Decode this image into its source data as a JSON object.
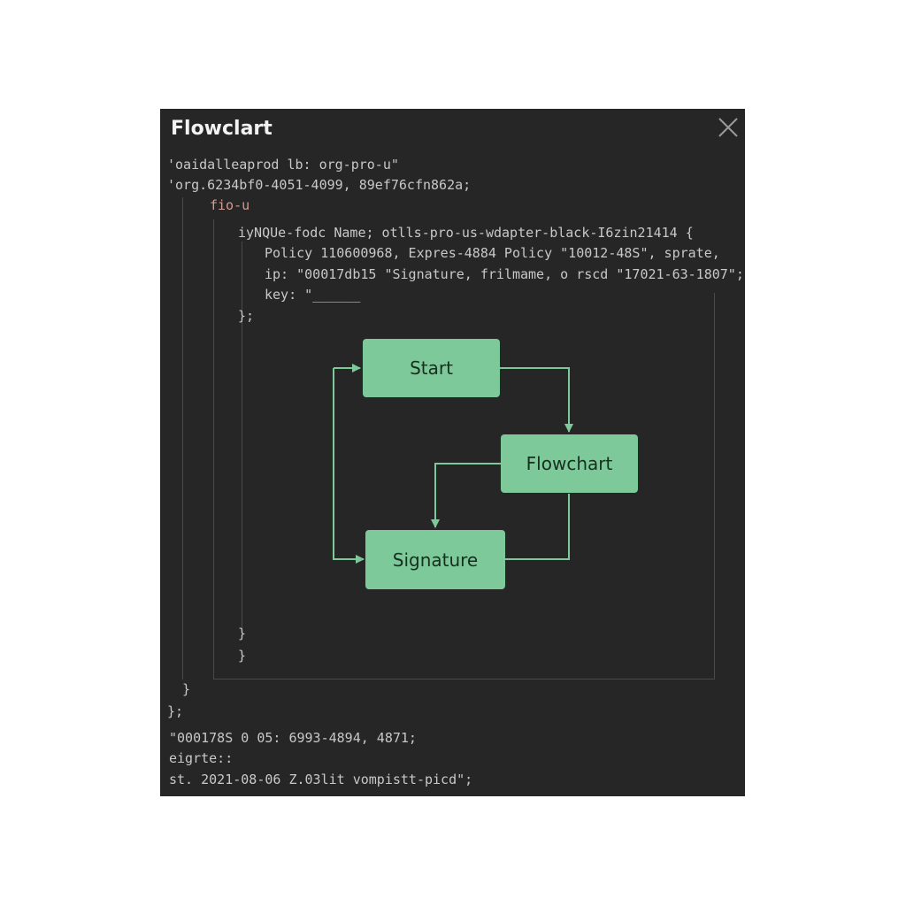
{
  "window": {
    "title": "Flowclart",
    "close_icon": "close-icon"
  },
  "code": {
    "line1": "'oaidalleaprod lb: org-pro-u\"",
    "line2": "'org.6234bf0-4051-4099, 89ef76cfn862a;",
    "line3": "fio-u",
    "line4": "iyNQUe-fodc Name; otlls-pro-us-wdapter-black-I6zin21414 {",
    "line5": "Policy 110600968, Expres-4884 Policy \"10012-48S\", sprate,",
    "line6": "ip: \"00017db15 \"Signature, frilmame, o rscd \"17021-63-1807\";",
    "line7": "key: \"______",
    "line8": "};",
    "line9": "}",
    "line10": "}",
    "line11": "}",
    "line12": "};",
    "line13": "\"000178S 0 05: 6993-4894, 4871;",
    "line14": "eigrte::",
    "line15": "st. 2021-08-06 Z.03lit vompistt-picd\";"
  },
  "flowchart": {
    "nodes": {
      "start": "Start",
      "flowchart": "Flowchart",
      "signature": "Signature"
    },
    "color": "#7dc99a"
  }
}
